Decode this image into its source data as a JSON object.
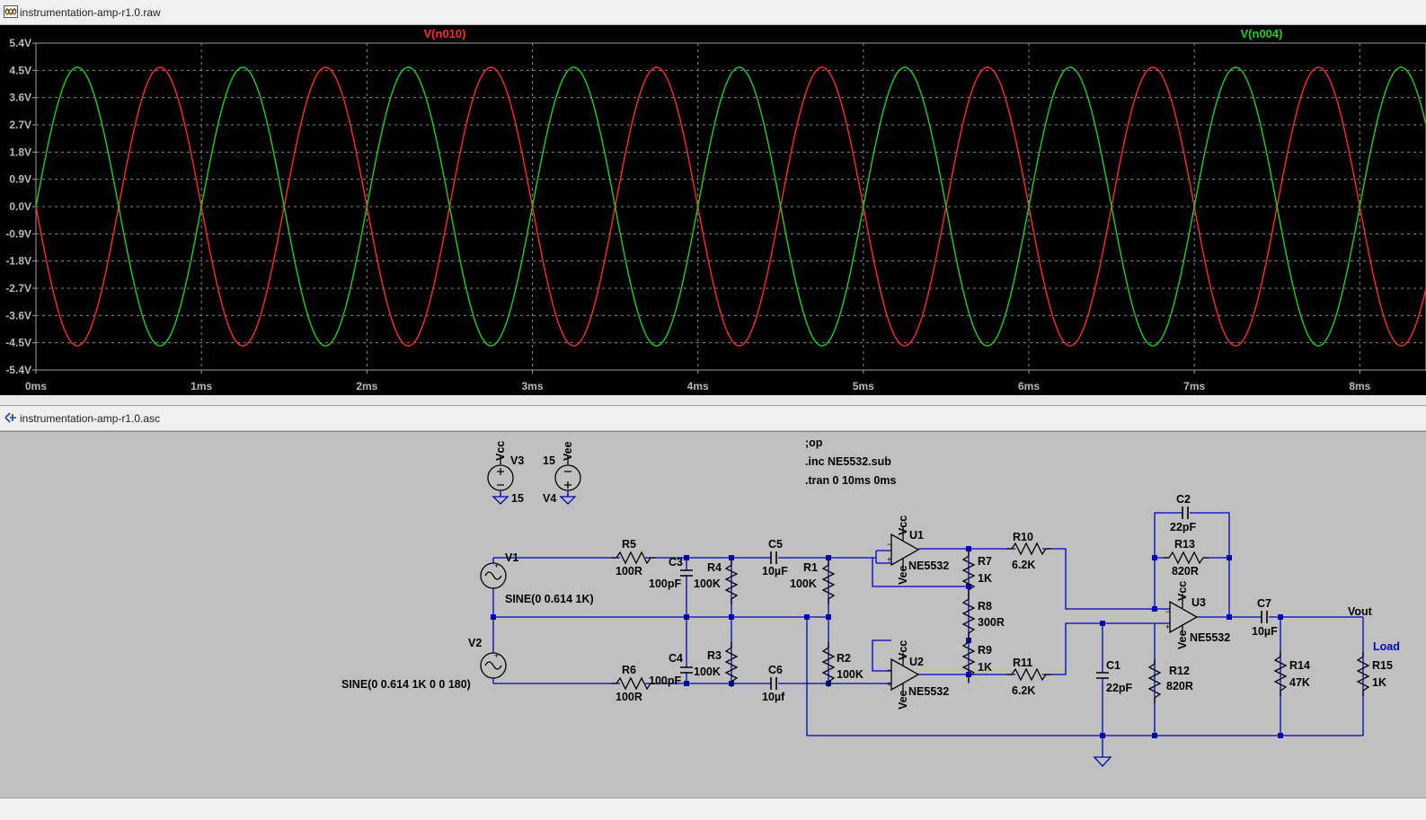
{
  "waveform_window": {
    "title": "instrumentation-amp-r1.0.raw",
    "icon": "waveform-file-icon"
  },
  "schematic_window": {
    "title": "instrumentation-amp-r1.0.asc",
    "icon": "schematic-file-icon"
  },
  "chart_data": {
    "type": "line",
    "x_unit": "ms",
    "y_unit": "V",
    "xlim": [
      0,
      8.4
    ],
    "ylim": [
      -5.4,
      5.4
    ],
    "x_ticks": [
      "0ms",
      "1ms",
      "2ms",
      "3ms",
      "4ms",
      "5ms",
      "6ms",
      "7ms",
      "8ms"
    ],
    "y_ticks": [
      "5.4V",
      "4.5V",
      "3.6V",
      "2.7V",
      "1.8V",
      "0.9V",
      "0.0V",
      "-0.9V",
      "-1.8V",
      "-2.7V",
      "-3.6V",
      "-4.5V",
      "-5.4V"
    ],
    "grid": true,
    "series": [
      {
        "name": "V(n010)",
        "color": "#ff2b2b",
        "amplitude": 4.6,
        "frequency_khz": 1,
        "phase_deg": 180
      },
      {
        "name": "V(n004)",
        "color": "#22cc22",
        "amplitude": 4.6,
        "frequency_khz": 1,
        "phase_deg": 0
      }
    ]
  },
  "schematic": {
    "directives": [
      ";op",
      ".inc NE5532.sub",
      ".tran 0 10ms 0ms"
    ],
    "sources": {
      "V1": {
        "name": "V1",
        "value": "SINE(0 0.614 1K)"
      },
      "V2": {
        "name": "V2",
        "value": "SINE(0 0.614 1K 0 0 180)"
      },
      "V3": {
        "name": "V3",
        "value": "15",
        "net": "Vcc"
      },
      "V4": {
        "name": "V4",
        "value": "15",
        "net": "Vee"
      }
    },
    "resistors": {
      "R1": {
        "name": "R1",
        "value": "100K"
      },
      "R2": {
        "name": "R2",
        "value": "100K"
      },
      "R3": {
        "name": "R3",
        "value": "100K"
      },
      "R4": {
        "name": "R4",
        "value": "100K"
      },
      "R5": {
        "name": "R5",
        "value": "100R"
      },
      "R6": {
        "name": "R6",
        "value": "100R"
      },
      "R7": {
        "name": "R7",
        "value": "1K"
      },
      "R8": {
        "name": "R8",
        "value": "300R"
      },
      "R9": {
        "name": "R9",
        "value": "1K"
      },
      "R10": {
        "name": "R10",
        "value": "6.2K"
      },
      "R11": {
        "name": "R11",
        "value": "6.2K"
      },
      "R12": {
        "name": "R12",
        "value": "820R"
      },
      "R13": {
        "name": "R13",
        "value": "820R"
      },
      "R14": {
        "name": "R14",
        "value": "47K"
      },
      "R15": {
        "name": "R15",
        "value": "1K"
      }
    },
    "capacitors": {
      "C1": {
        "name": "C1",
        "value": "22pF"
      },
      "C2": {
        "name": "C2",
        "value": "22pF"
      },
      "C3": {
        "name": "C3",
        "value": "100pF"
      },
      "C4": {
        "name": "C4",
        "value": "100pF"
      },
      "C5": {
        "name": "C5",
        "value": "10µF"
      },
      "C6": {
        "name": "C6",
        "value": "10µf"
      },
      "C7": {
        "name": "C7",
        "value": "10µF"
      }
    },
    "opamps": {
      "U1": {
        "name": "U1",
        "model": "NE5532"
      },
      "U2": {
        "name": "U2",
        "model": "NE5532"
      },
      "U3": {
        "name": "U3",
        "model": "NE5532"
      }
    },
    "power_labels": {
      "vcc": "Vcc",
      "vee": "Vee"
    },
    "net_labels": {
      "vout": "Vout",
      "load": "Load"
    }
  }
}
